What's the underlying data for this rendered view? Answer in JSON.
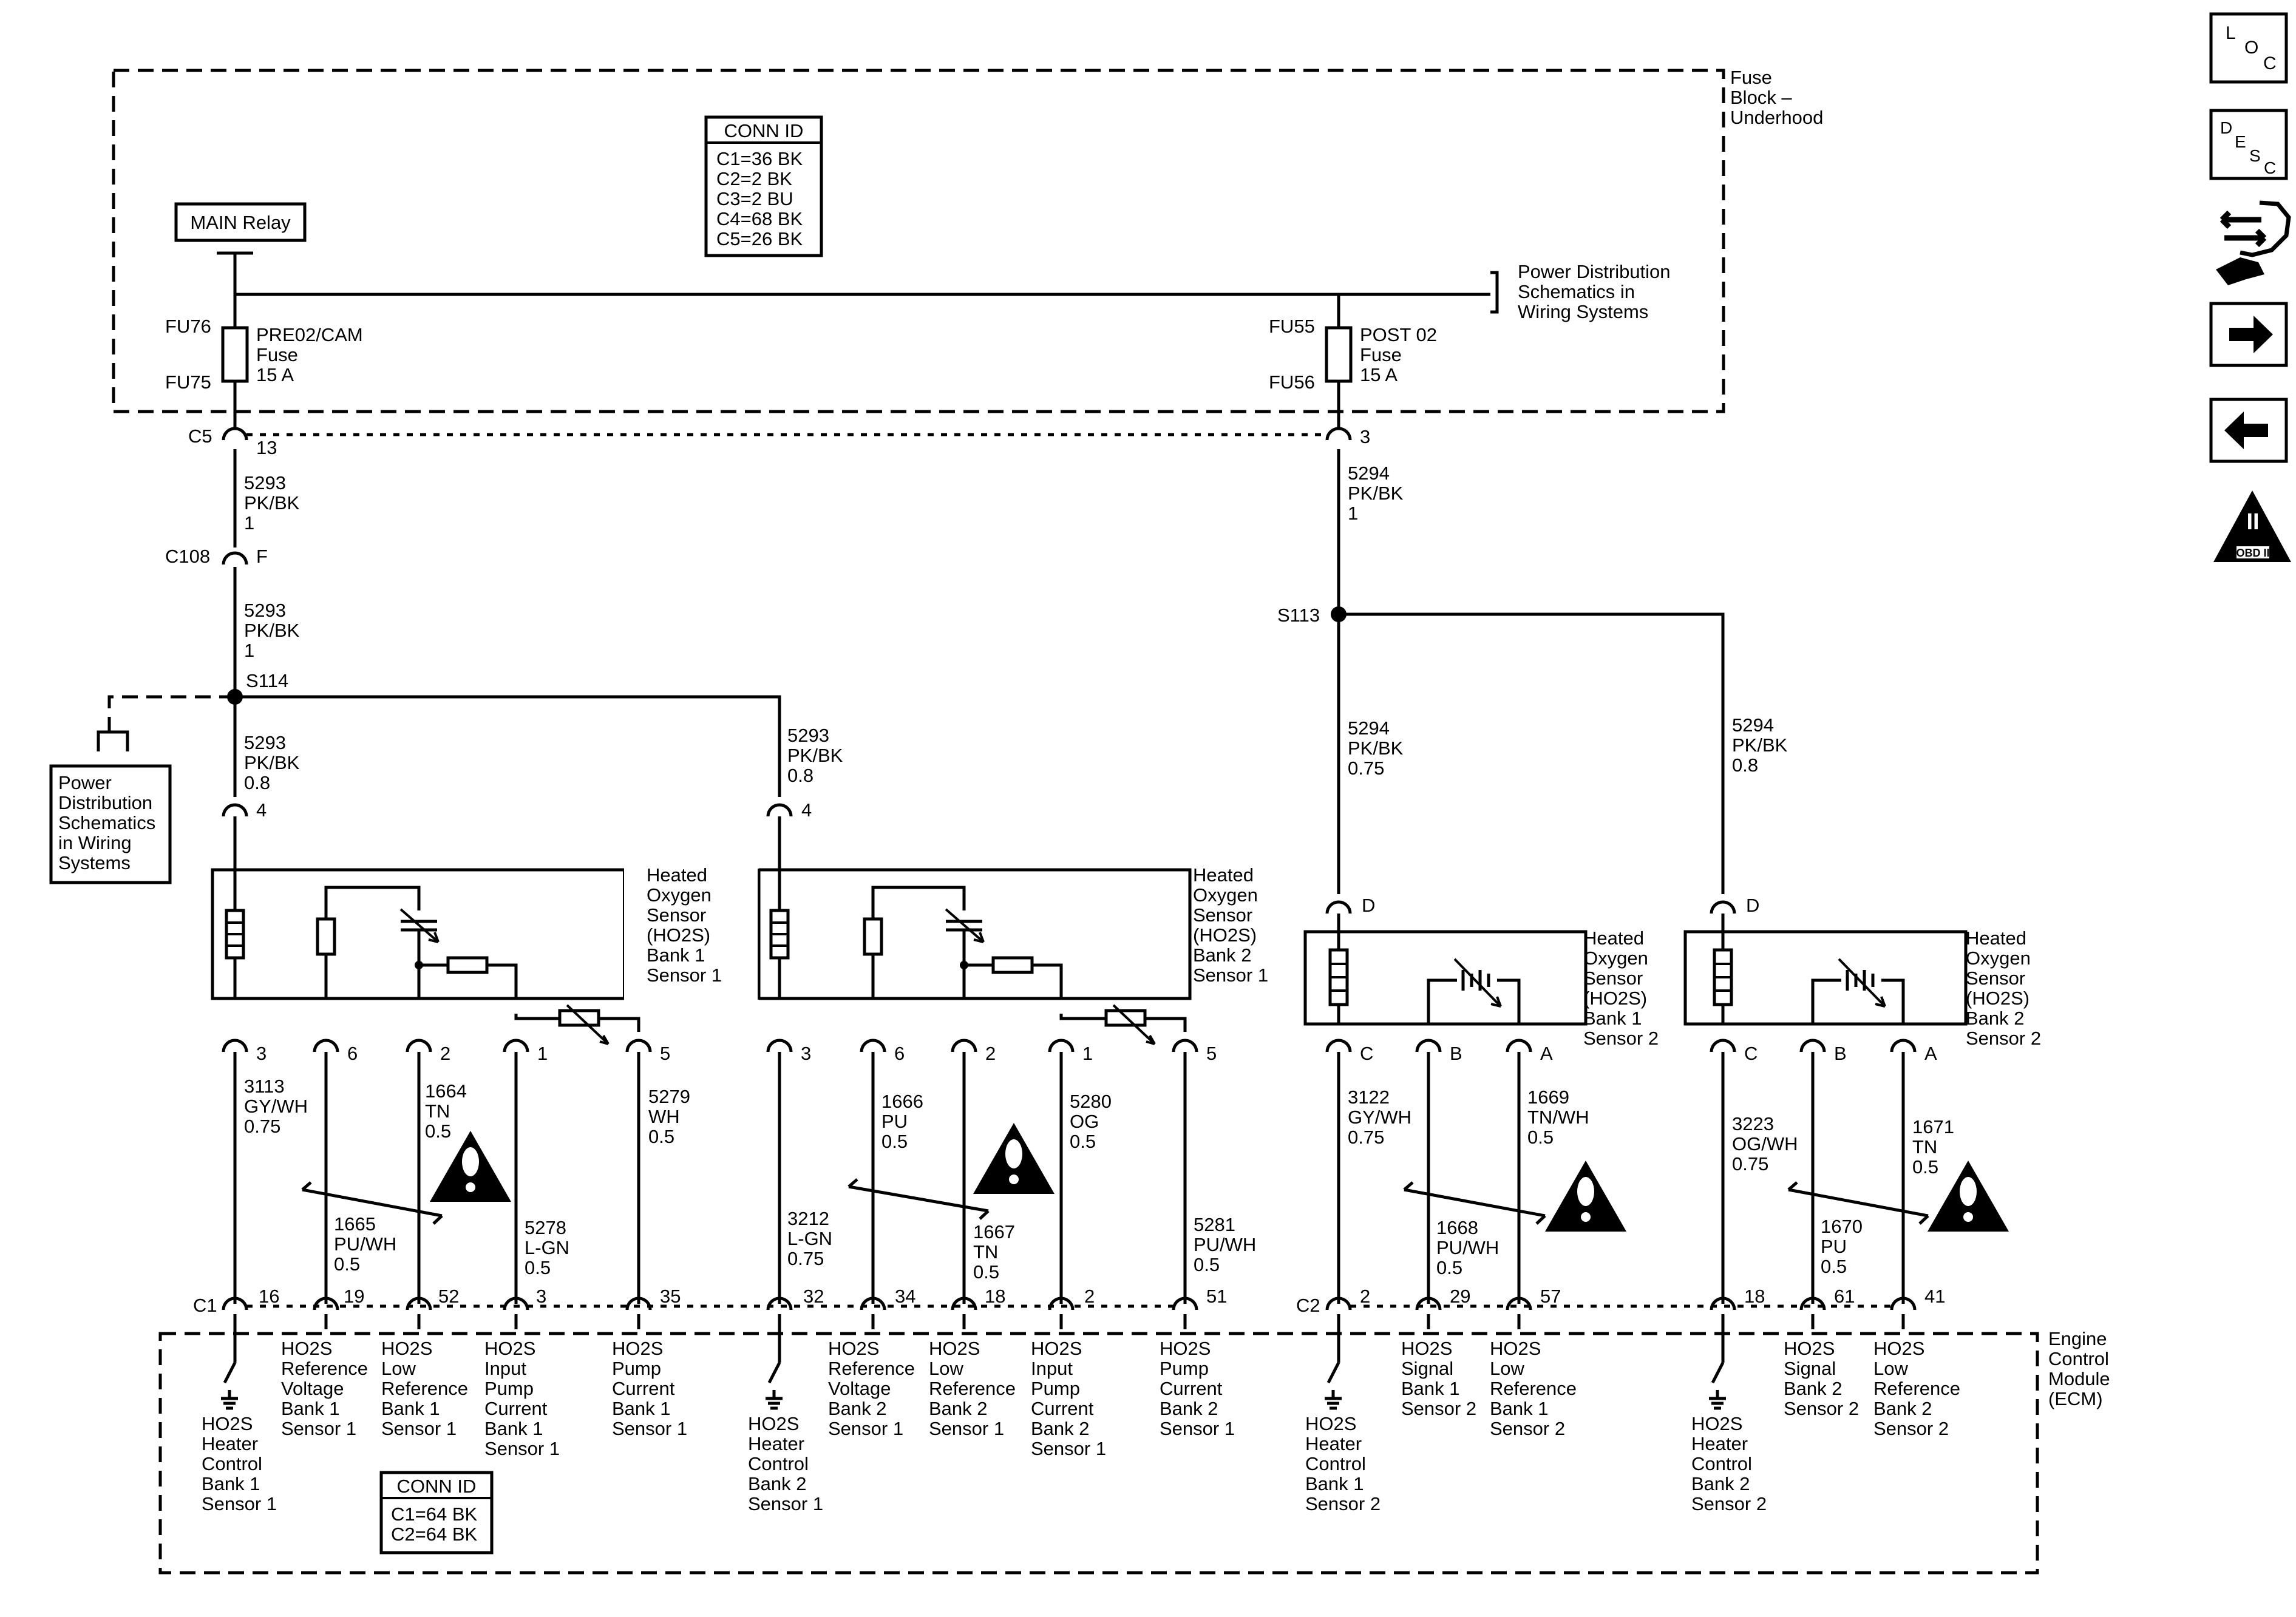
{
  "fuse_block": {
    "title": [
      "Fuse",
      "Block –",
      "Underhood"
    ]
  },
  "conn_id_top": {
    "title": "CONN ID",
    "rows": [
      "C1=36 BK",
      "C2=2 BK",
      "C3=2 BU",
      "C4=68 BK",
      "C5=26 BK"
    ]
  },
  "main_relay": "MAIN Relay",
  "power_dist_right": [
    "Power Distribution",
    "Schematics in",
    "Wiring Systems"
  ],
  "power_dist_left": [
    "Power",
    "Distribution",
    "Schematics",
    "in Wiring",
    "Systems"
  ],
  "fuse_left": {
    "top_pin": "FU76",
    "bottom_pin": "FU75",
    "text": [
      "PRE02/CAM",
      "Fuse",
      "15 A"
    ]
  },
  "fuse_right": {
    "top_pin": "FU55",
    "bottom_pin": "FU56",
    "text": [
      "POST 02",
      "Fuse",
      "15 A"
    ]
  },
  "conn_c5": {
    "name": "C5",
    "pin_left": "13",
    "pin_right": "3"
  },
  "conn_c108": {
    "name": "C108",
    "pin": "F"
  },
  "splices": {
    "s114": "S114",
    "s113": "S113"
  },
  "wires": {
    "w5293_a": [
      "5293",
      "PK/BK",
      "1"
    ],
    "w5293_b": [
      "5293",
      "PK/BK",
      "1"
    ],
    "w5293_c": [
      "5293",
      "PK/BK",
      "0.8"
    ],
    "w5293_d": [
      "5293",
      "PK/BK",
      "0.8"
    ],
    "w5294_a": [
      "5294",
      "PK/BK",
      "1"
    ],
    "w5294_b": [
      "5294",
      "PK/BK",
      "0.75"
    ],
    "w5294_c": [
      "5294",
      "PK/BK",
      "0.8"
    ],
    "w3113": [
      "3113",
      "GY/WH",
      "0.75"
    ],
    "w1665": [
      "1665",
      "PU/WH",
      "0.5"
    ],
    "w1664": [
      "1664",
      "TN",
      "0.5"
    ],
    "w5278": [
      "5278",
      "L-GN",
      "0.5"
    ],
    "w5279": [
      "5279",
      "WH",
      "0.5"
    ],
    "w3212": [
      "3212",
      "L-GN",
      "0.75"
    ],
    "w1666": [
      "1666",
      "PU",
      "0.5"
    ],
    "w1667": [
      "1667",
      "TN",
      "0.5"
    ],
    "w5280": [
      "5280",
      "OG",
      "0.5"
    ],
    "w5281": [
      "5281",
      "PU/WH",
      "0.5"
    ],
    "w3122": [
      "3122",
      "GY/WH",
      "0.75"
    ],
    "w1668": [
      "1668",
      "PU/WH",
      "0.5"
    ],
    "w1669": [
      "1669",
      "TN/WH",
      "0.5"
    ],
    "w3223": [
      "3223",
      "OG/WH",
      "0.75"
    ],
    "w1670": [
      "1670",
      "PU",
      "0.5"
    ],
    "w1671": [
      "1671",
      "TN",
      "0.5"
    ]
  },
  "sensors": {
    "b1s1": {
      "title": [
        "Heated",
        "Oxygen",
        "Sensor",
        "(HO2S)",
        "Bank 1",
        "Sensor 1"
      ],
      "power_pin": "4",
      "pins": [
        "3",
        "6",
        "2",
        "1",
        "5"
      ]
    },
    "b2s1": {
      "title": [
        "Heated",
        "Oxygen",
        "Sensor",
        "(HO2S)",
        "Bank 2",
        "Sensor 1"
      ],
      "power_pin": "4",
      "pins": [
        "3",
        "6",
        "2",
        "1",
        "5"
      ]
    },
    "b1s2": {
      "title": [
        "Heated",
        "Oxygen",
        "Sensor",
        "(HO2S)",
        "Bank 1",
        "Sensor 2"
      ],
      "power_pin": "D",
      "pins": [
        "C",
        "B",
        "A"
      ]
    },
    "b2s2": {
      "title": [
        "Heated",
        "Oxygen",
        "Sensor",
        "(HO2S)",
        "Bank 2",
        "Sensor 2"
      ],
      "power_pin": "D",
      "pins": [
        "C",
        "B",
        "A"
      ]
    }
  },
  "ecm": {
    "title": [
      "Engine",
      "Control",
      "Module",
      "(ECM)"
    ],
    "c1": "C1",
    "c2": "C2",
    "pins_c1": [
      "16",
      "19",
      "52",
      "3",
      "35",
      "32",
      "34",
      "18",
      "2",
      "51"
    ],
    "pins_c2": [
      "2",
      "29",
      "57",
      "18",
      "61",
      "41"
    ],
    "labels": {
      "heater_b1s1": [
        "HO2S",
        "Heater",
        "Control",
        "Bank 1",
        "Sensor 1"
      ],
      "ref_v_b1s1": [
        "HO2S",
        "Reference",
        "Voltage",
        "Bank 1",
        "Sensor 1"
      ],
      "low_ref_b1s1": [
        "HO2S",
        "Low",
        "Reference",
        "Bank 1",
        "Sensor 1"
      ],
      "input_pump_b1s1": [
        "HO2S",
        "Input",
        "Pump",
        "Current",
        "Bank 1",
        "Sensor 1"
      ],
      "pump_b1s1": [
        "HO2S",
        "Pump",
        "Current",
        "Bank 1",
        "Sensor 1"
      ],
      "heater_b2s1": [
        "HO2S",
        "Heater",
        "Control",
        "Bank 2",
        "Sensor 1"
      ],
      "ref_v_b2s1": [
        "HO2S",
        "Reference",
        "Voltage",
        "Bank 2",
        "Sensor 1"
      ],
      "low_ref_b2s1": [
        "HO2S",
        "Low",
        "Reference",
        "Bank 2",
        "Sensor 1"
      ],
      "input_pump_b2s1": [
        "HO2S",
        "Input",
        "Pump",
        "Current",
        "Bank 2",
        "Sensor 1"
      ],
      "pump_b2s1": [
        "HO2S",
        "Pump",
        "Current",
        "Bank 2",
        "Sensor 1"
      ],
      "heater_b1s2": [
        "HO2S",
        "Heater",
        "Control",
        "Bank 1",
        "Sensor 2"
      ],
      "signal_b1s2": [
        "HO2S",
        "Signal",
        "Bank 1",
        "Sensor 2"
      ],
      "low_ref_b1s2": [
        "HO2S",
        "Low",
        "Reference",
        "Bank 1",
        "Sensor 2"
      ],
      "heater_b2s2": [
        "HO2S",
        "Heater",
        "Control",
        "Bank 2",
        "Sensor 2"
      ],
      "signal_b2s2": [
        "HO2S",
        "Signal",
        "Bank 2",
        "Sensor 2"
      ],
      "low_ref_b2s2": [
        "HO2S",
        "Low",
        "Reference",
        "Bank 2",
        "Sensor 2"
      ]
    }
  },
  "conn_id_bottom": {
    "title": "CONN ID",
    "rows": [
      "C1=64 BK",
      "C2=64 BK"
    ]
  },
  "nav": {
    "loc": [
      "L",
      "O",
      "C"
    ],
    "desc": [
      "D",
      "E",
      "S",
      "C"
    ],
    "obd": {
      "numeral": "II",
      "label": "OBD II"
    },
    "icons": [
      "connector-repair-icon",
      "forward-arrow-icon",
      "back-arrow-icon"
    ]
  }
}
